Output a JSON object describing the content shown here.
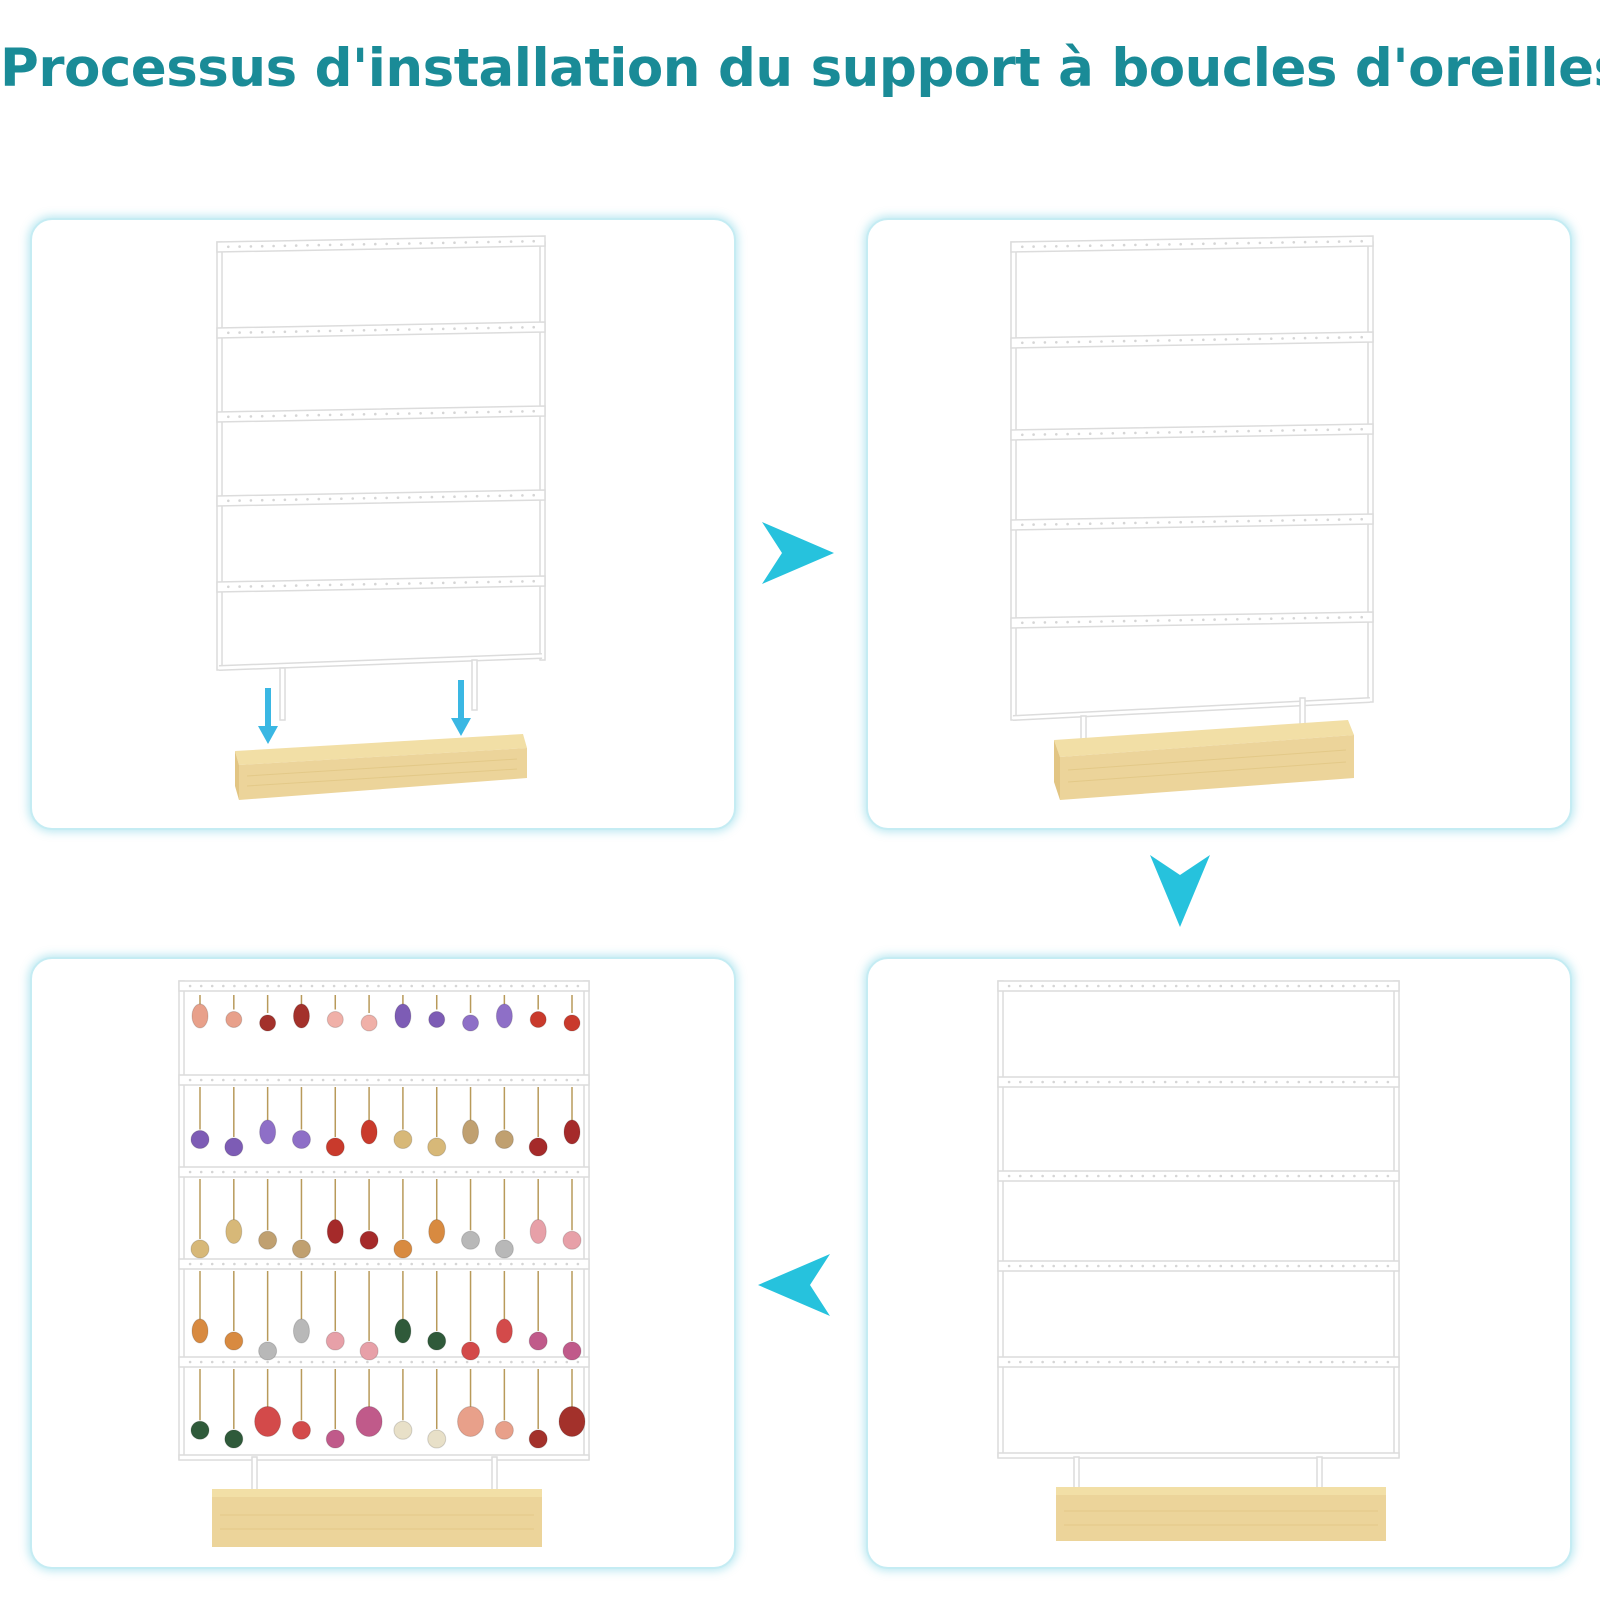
{
  "title": "Processus d'installation du support à boucles d'oreilles",
  "colors": {
    "title": "#1a8b97",
    "arrow": "#26c2dd",
    "frame": "#ffffff",
    "frame_edge": "#dcdcdc",
    "wood_top": "#f2dfa6",
    "wood_front": "#ecd49a",
    "panel_border": "#c5ecf3",
    "insert_arrow": "#3ab7e3"
  },
  "steps": [
    {
      "id": "step-1",
      "state": "frame-above-base",
      "direction_arrows": 2,
      "earrings": false
    },
    {
      "id": "step-2",
      "state": "frame-inserted",
      "earrings": false
    },
    {
      "id": "step-3",
      "state": "frame-assembled-front",
      "earrings": false
    },
    {
      "id": "step-4",
      "state": "frame-with-earrings",
      "earrings": true
    }
  ],
  "flow_arrows": [
    {
      "from": "step-1",
      "to": "step-2",
      "direction": "right"
    },
    {
      "from": "step-2",
      "to": "step-3",
      "direction": "down"
    },
    {
      "from": "step-3",
      "to": "step-4",
      "direction": "left"
    }
  ],
  "earring_colors": [
    "#e8a08a",
    "#a3312b",
    "#f0b0a8",
    "#7d5cb5",
    "#8e6fc7",
    "#c93a2c",
    "#d7b878",
    "#c0a070",
    "#a52a2a",
    "#d88a40",
    "#b8b8b8",
    "#e7a0a8",
    "#2f5a3a",
    "#d34a4a",
    "#c05a8a",
    "#e8e0c8"
  ]
}
